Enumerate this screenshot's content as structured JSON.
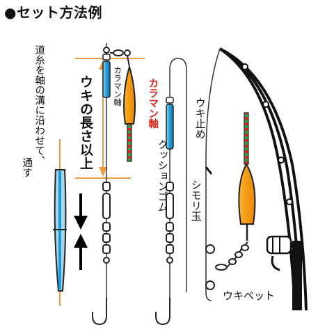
{
  "title": "●セット方法例",
  "instruction": {
    "line1": "道糸を軸の溝に沿わせて、",
    "line2": "通す"
  },
  "length_label": "ウキの長さ以上",
  "labels": {
    "karaman_jiku": "カラマン軸",
    "karaman_jiku_red": "カラマン軸",
    "cushion_gom": "クッションゴム",
    "uki_dome": "ウキ止め",
    "shimori_dama": "シモリ玉",
    "uki_pet": "ウキペット"
  },
  "colors": {
    "float_body": "#f4a21c",
    "float_tip_red": "#d9261c",
    "float_tip_green": "#2fa04a",
    "axis_blue": "#1e9ad6",
    "guide_orange": "#f19a3e",
    "label_red": "#d9261c"
  }
}
